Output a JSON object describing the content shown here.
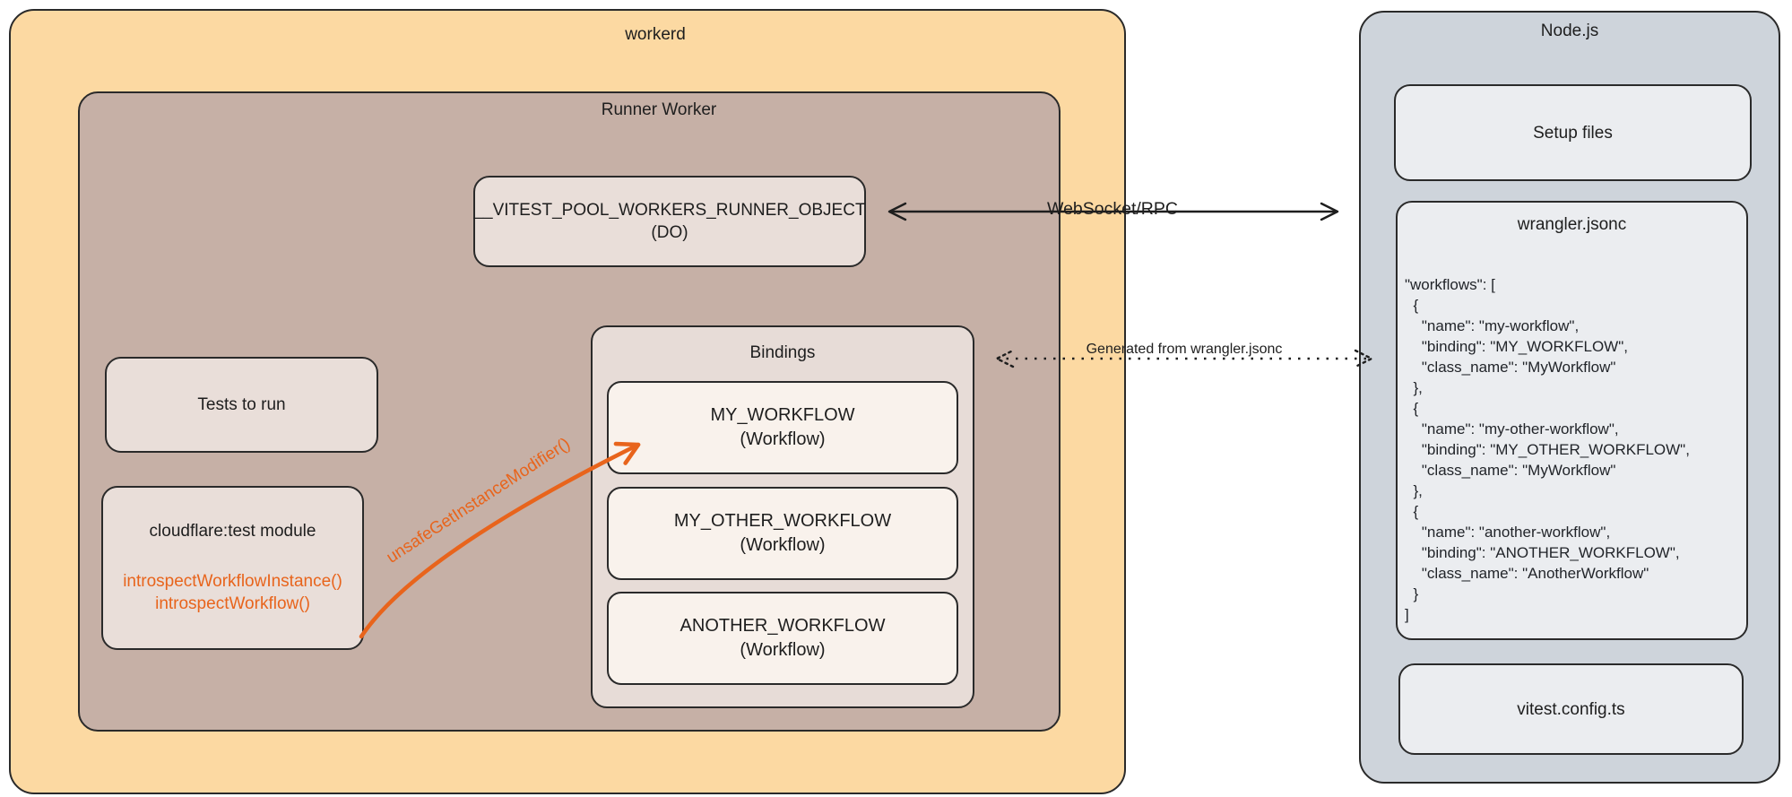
{
  "workerd": {
    "title": "workerd"
  },
  "runner_worker": {
    "title": "Runner Worker"
  },
  "runner_object": {
    "name": "__VITEST_POOL_WORKERS_RUNNER_OBJECT",
    "subtitle": "(DO)"
  },
  "tests_to_run": {
    "label": "Tests to run"
  },
  "cloudflare_test_module": {
    "title": "cloudflare:test module",
    "methods": [
      "introspectWorkflowInstance()",
      "introspectWorkflow()"
    ]
  },
  "bindings": {
    "title": "Bindings",
    "items": [
      {
        "name": "MY_WORKFLOW",
        "type": "(Workflow)"
      },
      {
        "name": "MY_OTHER_WORKFLOW",
        "type": "(Workflow)"
      },
      {
        "name": "ANOTHER_WORKFLOW",
        "type": "(Workflow)"
      }
    ]
  },
  "nodejs": {
    "title": "Node.js",
    "setup_files_label": "Setup files",
    "wrangler": {
      "title": "wrangler.jsonc",
      "code": "\"workflows\": [\n  {\n    \"name\": \"my-workflow\",\n    \"binding\": \"MY_WORKFLOW\",\n    \"class_name\": \"MyWorkflow\"\n  },\n  {\n    \"name\": \"my-other-workflow\",\n    \"binding\": \"MY_OTHER_WORKFLOW\",\n    \"class_name\": \"MyWorkflow\"\n  },\n  {\n    \"name\": \"another-workflow\",\n    \"binding\": \"ANOTHER_WORKFLOW\",\n    \"class_name\": \"AnotherWorkflow\"\n  }\n]"
    },
    "vitest_config_label": "vitest.config.ts"
  },
  "arrows": {
    "websocket_label": "WebSocket/RPC",
    "config_label": "Generated from wrangler.jsonc",
    "unsafe_label": "unsafeGetInstanceModifier()"
  },
  "colors": {
    "workerd_bg": "#fcd9a2",
    "runner_bg": "#c6b0a6",
    "panel_bg": "#e9ded9",
    "workflow_bg": "#f9f2ec",
    "nodejs_bg": "#ced4db",
    "nodejs_panel_bg": "#ebedf0",
    "accent_orange": "#e8641c",
    "line": "#1e1e1e"
  }
}
